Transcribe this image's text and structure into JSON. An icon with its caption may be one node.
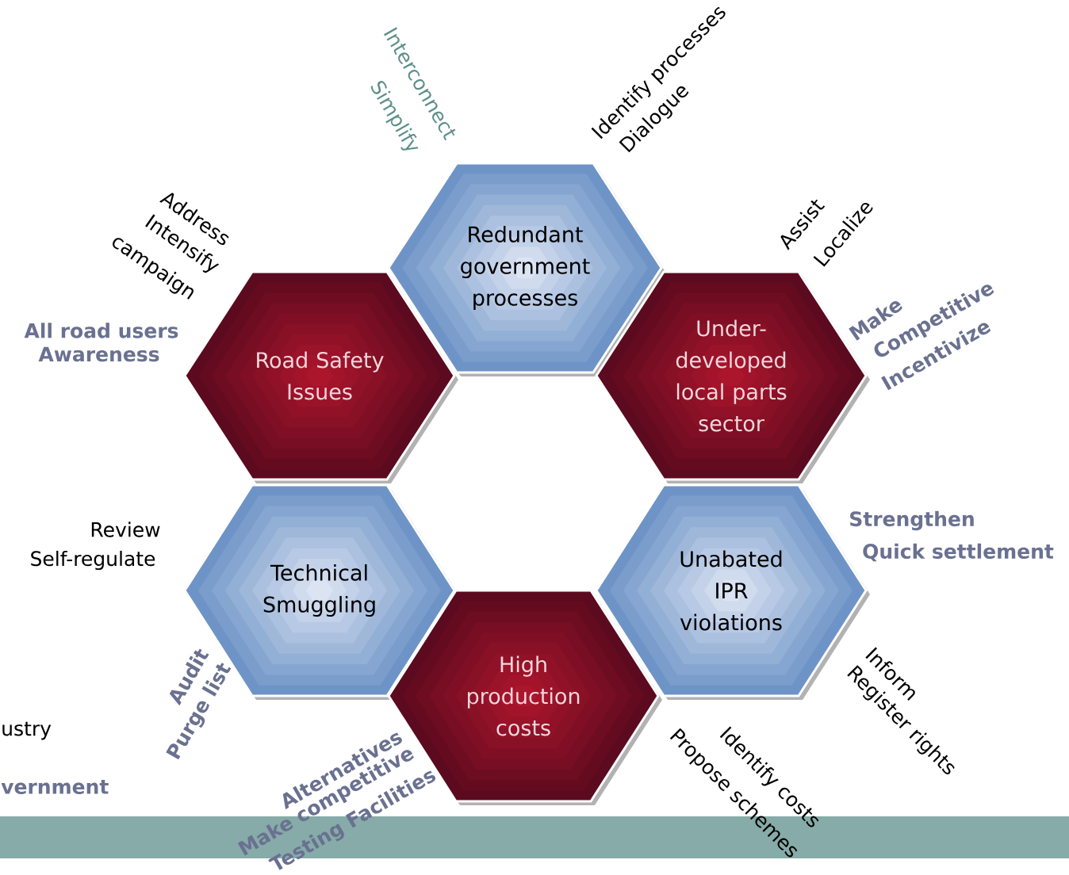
{
  "diagram": {
    "nodes": [
      {
        "text": [
          "Redundant government processes"
        ]
      },
      {
        "text": [
          "Road Safety Issues"
        ]
      },
      {
        "text": [
          "Under-developed local parts sector"
        ]
      },
      {
        "text": [
          "Technical Smuggling"
        ]
      },
      {
        "text": [
          "Unabated IPR violations"
        ]
      },
      {
        "text": [
          "High production costs"
        ]
      },
      {
        "text": [],
        "shape": "bar"
      }
    ],
    "labels": [
      "Interconnect",
      "Simplify",
      "Identify processes",
      "Dialogue",
      "Address",
      "Intensify",
      "campaign",
      "Assist",
      "Localize",
      "All road users",
      "Awareness",
      "Make",
      "Competitive",
      "Incentivize",
      "Review",
      "Self-regulate",
      "Strengthen",
      "Quick settlement",
      "Audit",
      "Purge list",
      "Inform",
      "Register rights",
      "ustry",
      "vernment",
      "Alternatives",
      "Make competitive",
      "Testing Facilities",
      "Identify costs",
      "Propose schemes"
    ]
  }
}
